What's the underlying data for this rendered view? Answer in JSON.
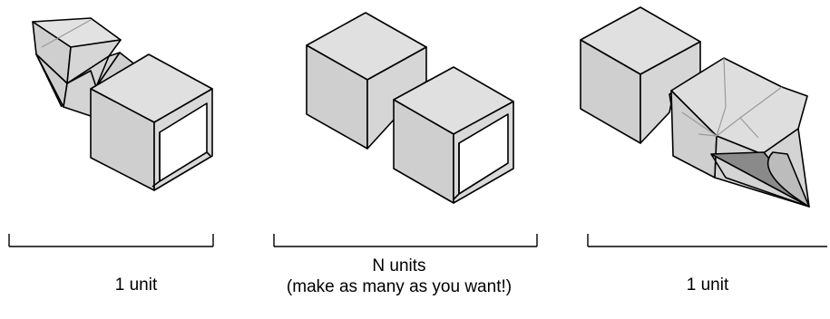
{
  "sections": [
    {
      "id": "head",
      "label": "1 unit"
    },
    {
      "id": "body",
      "label": "N units",
      "note": "(make as many as you want!)"
    },
    {
      "id": "tail",
      "label": "1 unit"
    }
  ],
  "colors": {
    "face_light": "#dcdcdc",
    "face_mid": "#c8c8c8",
    "face_dark": "#8a8a8a",
    "inner_white": "#ffffff",
    "stroke": "#000000",
    "crease": "#9a9a9a"
  }
}
